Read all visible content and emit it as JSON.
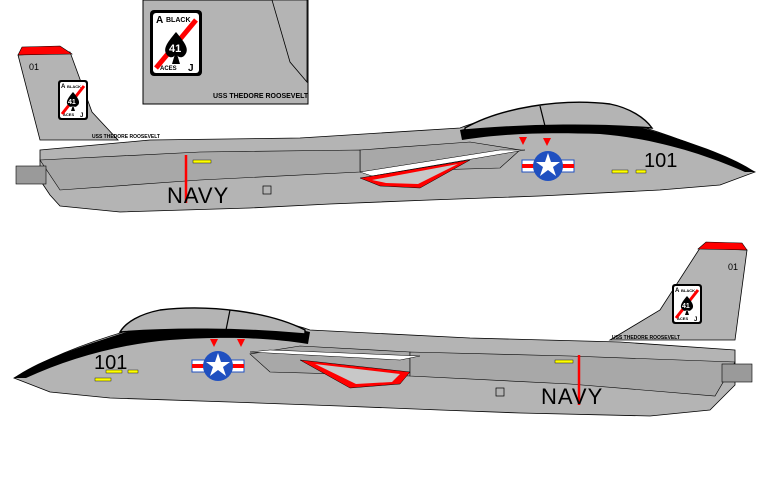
{
  "inset": {
    "ship_name": "USS THEDORE ROOSEVELT",
    "card": {
      "corner_top": "A",
      "top_word": "BLACK",
      "number": "41",
      "bottom_word": "ACES",
      "corner_bottom": "J"
    }
  },
  "top_aircraft": {
    "service": "NAVY",
    "modex": "101",
    "tail_number": "01",
    "ship_name": "USS THEDORE ROOSEVELT",
    "card": {
      "corner_top": "A",
      "top_word": "BLACK",
      "number": "41",
      "bottom_word": "ACES",
      "corner_bottom": "J"
    }
  },
  "bottom_aircraft": {
    "service": "NAVY",
    "modex": "101",
    "tail_number": "01",
    "ship_name": "USS THEDORE ROOSEVELT",
    "card": {
      "corner_top": "A",
      "top_word": "BLACK",
      "number": "41",
      "bottom_word": "ACES",
      "corner_bottom": "J"
    }
  },
  "colors": {
    "body_gray": "#b4b4b4",
    "panel_gray": "#a0a0a0",
    "red": "#ff0000",
    "black": "#000000",
    "roundel_blue": "#2050c0",
    "yellow": "#ffff00"
  }
}
